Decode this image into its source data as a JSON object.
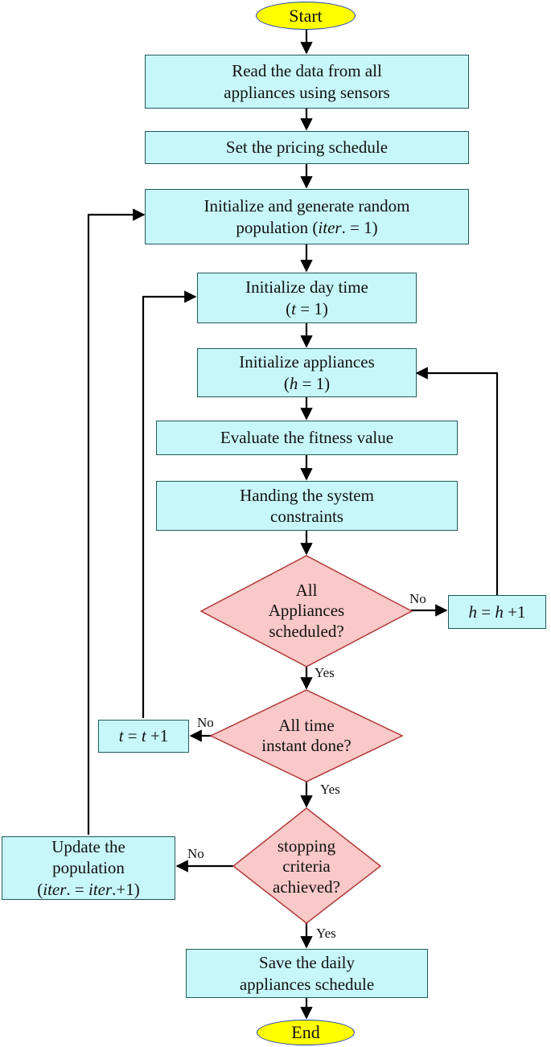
{
  "flowchart": {
    "start": "Start",
    "end": "End",
    "read_data": [
      "Read the data from all",
      "appliances using sensors"
    ],
    "pricing": [
      "Set the pricing schedule"
    ],
    "init_pop": {
      "line1": "Initialize and generate random",
      "line2_pre": "population (",
      "line2_var": "iter",
      "line2_post": ". = 1)"
    },
    "init_day": {
      "line1": "Initialize day time",
      "pre": "(",
      "var": "t",
      "post": " = 1)"
    },
    "init_app": {
      "line1": "Initialize appliances",
      "pre": "(",
      "var": "h",
      "post": " = 1)"
    },
    "fitness": [
      "Evaluate the fitness value"
    ],
    "constraints": [
      "Handing the system",
      "constraints"
    ],
    "decision_appliances": [
      "All",
      "Appliances",
      "scheduled?"
    ],
    "h_inc": {
      "v1": "h",
      "mid": " = ",
      "v2": "h",
      "post": " +1"
    },
    "decision_time": [
      "All time",
      "instant done?"
    ],
    "t_inc": {
      "v1": "t",
      "mid": " = ",
      "v2": "t",
      "post": " +1"
    },
    "decision_stop": [
      "stopping",
      "criteria",
      "achieved?"
    ],
    "update_pop": {
      "line1": "Update the",
      "line2": "population",
      "pre": "(",
      "var1": "iter",
      "mid": ". = ",
      "var2": "iter",
      "post": ".+1)"
    },
    "save": [
      "Save the daily",
      "appliances schedule"
    ],
    "labels": {
      "yes": "Yes",
      "no": "No"
    }
  },
  "colors": {
    "process_fill": "#c8f7fa",
    "process_border": "#1f5a5c",
    "terminal_fill": "#ffff00",
    "terminal_border": "#1f3fb0",
    "decision_fill": "#f9c8c8",
    "decision_border": "#b03a3a",
    "connector": "#000000"
  }
}
